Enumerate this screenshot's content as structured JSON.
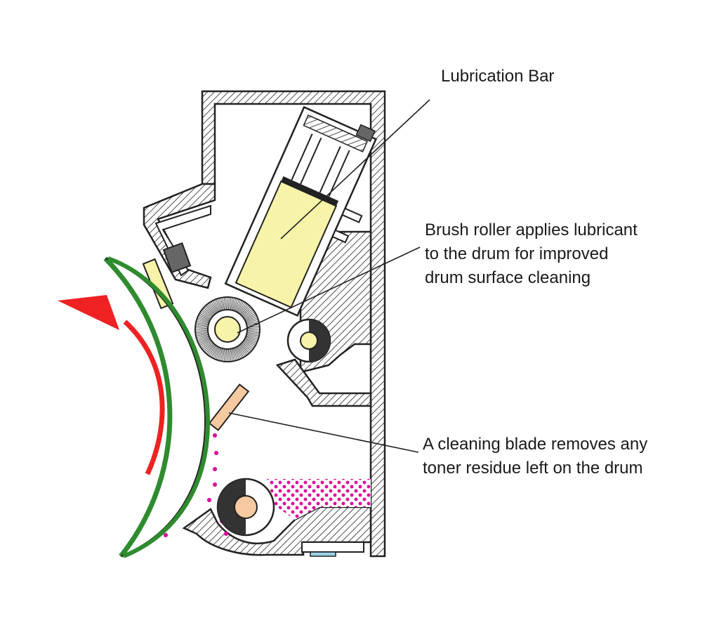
{
  "labels": {
    "lubrication_bar": "Lubrication Bar",
    "brush_roller": [
      "Brush roller applies lubricant",
      "to the drum for improved",
      "drum surface cleaning"
    ],
    "cleaning_blade": [
      "A cleaning blade removes any",
      "toner residue left on the drum"
    ]
  },
  "colors": {
    "drum": "#2e8b2e",
    "rotation_arrow": "#ee2222",
    "lubricant": "#f7f3a8",
    "toner": "#dd0099",
    "blade": "#f6c9a0",
    "outline": "#222222"
  }
}
